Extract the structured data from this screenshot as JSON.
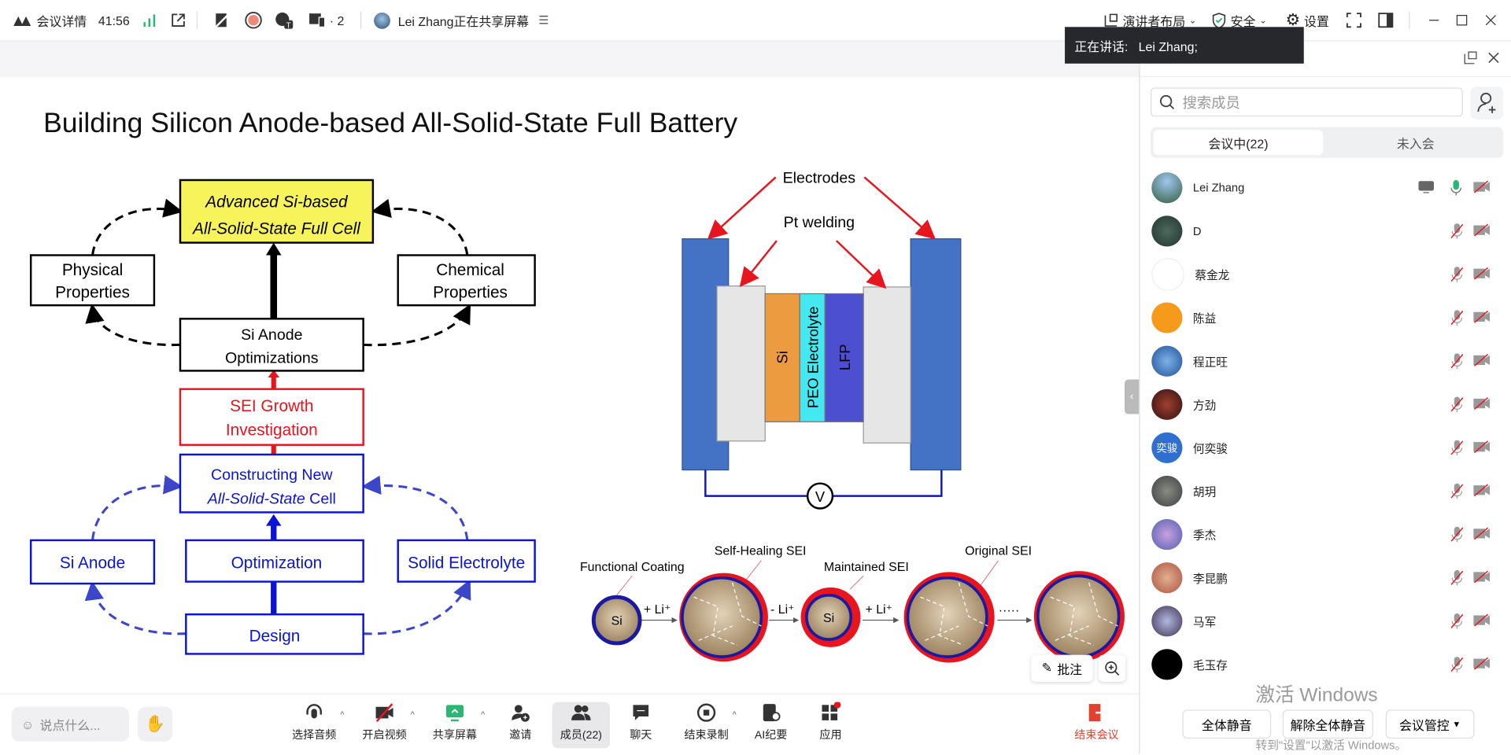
{
  "topbar": {
    "meeting_info": "会议详情",
    "duration": "41:56",
    "participants_device_count": "· 2",
    "sharing_status": "Lei Zhang正在共享屏幕",
    "layout": "演讲者布局",
    "security": "安全",
    "settings": "设置"
  },
  "tooltip": {
    "speaking": "正在讲话:   Lei Zhang;"
  },
  "slide": {
    "title": "Building Silicon Anode-based All-Solid-State Full Battery",
    "flow": {
      "goal_line1": "Advanced Si-based",
      "goal_line2": "All-Solid-State Full Cell",
      "physical1": "Physical",
      "physical2": "Properties",
      "chemical1": "Chemical",
      "chemical2": "Properties",
      "opt1": "Si Anode",
      "opt2": "Optimizations",
      "sei1": "SEI Growth",
      "sei2": "Investigation",
      "construct1": "Constructing New",
      "construct2_italic": "All-Solid-State",
      "construct2_rest": " Cell",
      "si_anode": "Si Anode",
      "optimization": "Optimization",
      "solid_electrolyte": "Solid Electrolyte",
      "design": "Design"
    },
    "battery": {
      "electrodes": "Electrodes",
      "pt_welding": "Pt welding",
      "si": "Si",
      "peo": "PEO Electrolyte",
      "lfp": "LFP",
      "voltmeter": "V"
    },
    "particles": {
      "functional_coating": "Functional Coating",
      "self_healing": "Self-Healing SEI",
      "maintained": "Maintained SEI",
      "original": "Original SEI",
      "si": "Si",
      "plus_li": "+ Li⁺",
      "minus_li": "- Li⁺",
      "ellipsis": "·····"
    }
  },
  "overlay": {
    "annotate": "批注"
  },
  "panel": {
    "search_placeholder": "搜索成员",
    "tab_in": "会议中(22)",
    "tab_out": "未入会",
    "mute_all": "全体静音",
    "unmute_all": "解除全体静音",
    "controls": "会议管控",
    "watermark1": "激活 Windows",
    "watermark2": "转到\"设置\"以激活 Windows。",
    "members": [
      {
        "name": "Lei Zhang",
        "sharing": true,
        "mic_on": true
      },
      {
        "name": "D"
      },
      {
        "name": "蔡金龙"
      },
      {
        "name": "陈益"
      },
      {
        "name": "程正旺"
      },
      {
        "name": "方劲"
      },
      {
        "name": "何奕骏",
        "avatar_text": "奕骏"
      },
      {
        "name": "胡玥"
      },
      {
        "name": "季杰"
      },
      {
        "name": "李昆鹏"
      },
      {
        "name": "马军"
      },
      {
        "name": "毛玉存"
      }
    ]
  },
  "toolbar": {
    "chat_placeholder": "说点什么...",
    "audio": "选择音频",
    "video": "开启视频",
    "share": "共享屏幕",
    "invite": "邀请",
    "members": "成员(22)",
    "chat": "聊天",
    "record": "结束录制",
    "ai": "AI纪要",
    "apps": "应用",
    "end": "结束会议"
  },
  "colors": {
    "accent": "#1a73e8",
    "end_red": "#e0422f",
    "sei_red": "#e8141e",
    "flow_blue": "#0a14d2"
  }
}
